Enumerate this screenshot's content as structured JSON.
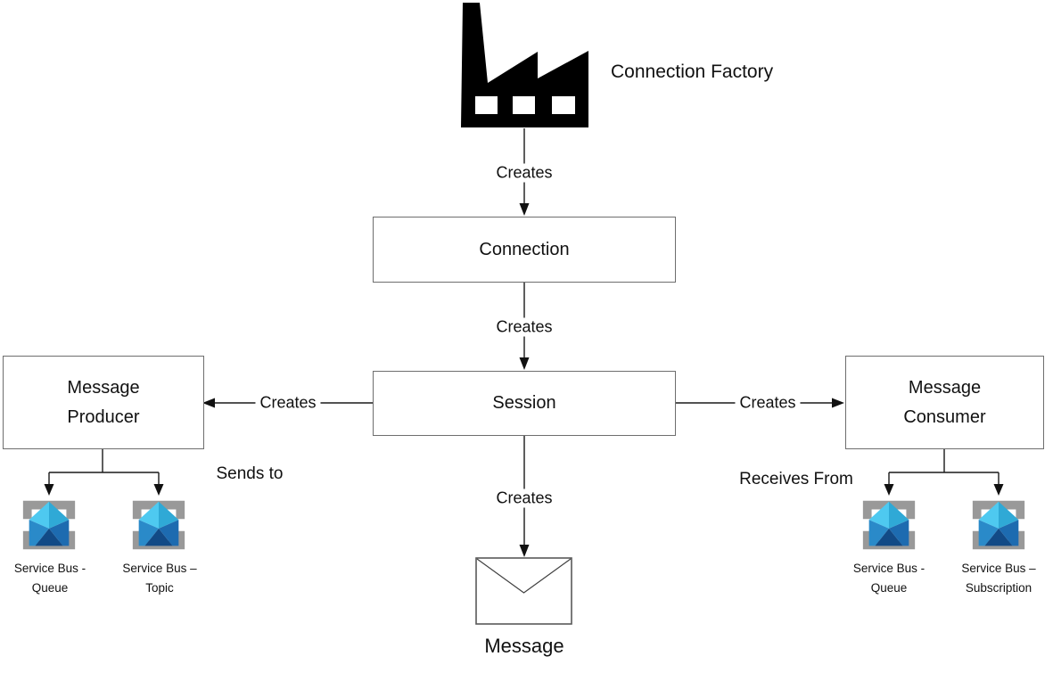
{
  "nodes": {
    "connection_factory": {
      "label": "Connection Factory"
    },
    "connection": {
      "label": "Connection"
    },
    "session": {
      "label": "Session"
    },
    "message_producer": {
      "line1": "Message",
      "line2": "Producer"
    },
    "message_consumer": {
      "line1": "Message",
      "line2": "Consumer"
    },
    "message": {
      "label": "Message"
    }
  },
  "edges": {
    "factory_creates_connection": "Creates",
    "connection_creates_session": "Creates",
    "session_creates_producer": "Creates",
    "session_creates_consumer": "Creates",
    "session_creates_message": "Creates",
    "sends_to": "Sends to",
    "receives_from": "Receives From"
  },
  "service_bus_nodes": {
    "producer_queue": {
      "line1": "Service Bus -",
      "line2": "Queue"
    },
    "producer_topic": {
      "line1": "Service Bus –",
      "line2": "Topic"
    },
    "consumer_queue": {
      "line1": "Service Bus -",
      "line2": "Queue"
    },
    "consumer_subscription": {
      "line1": "Service Bus –",
      "line2": "Subscription"
    }
  },
  "colors": {
    "line": "#1a1a1a",
    "box_border": "#6e6e6e",
    "factory_black": "#000000",
    "bracket_gray": "#999999",
    "sb_top_left": "#4ec9f0",
    "sb_top_right": "#2fa9d6",
    "sb_bottom_left": "#2a8ac9",
    "sb_bottom_right": "#1d6bb0",
    "sb_center_dark": "#124a86"
  }
}
